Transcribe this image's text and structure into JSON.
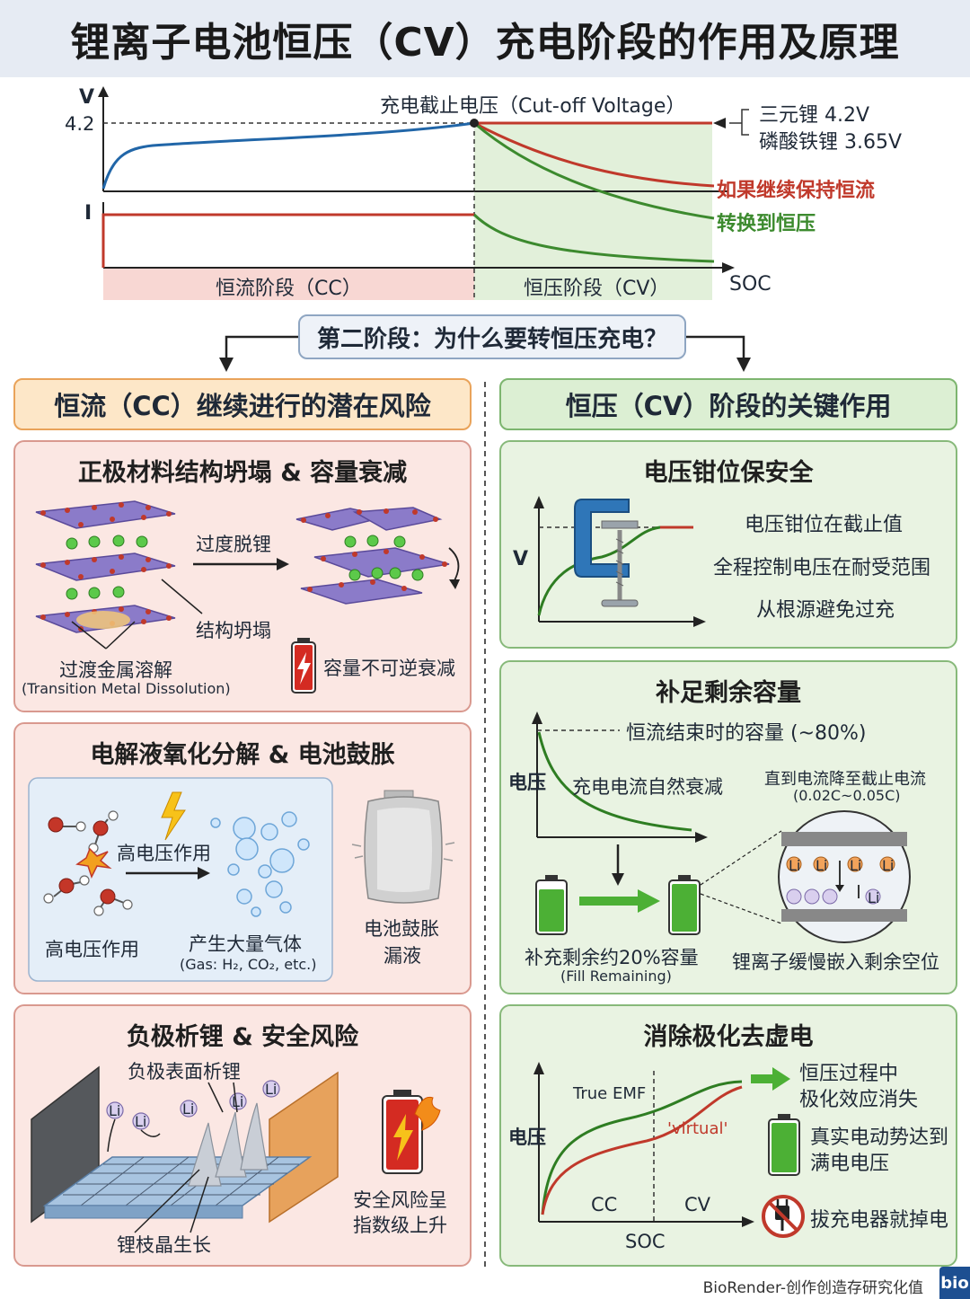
{
  "title": "锂离子电池恒压（CV）充电阶段的作用及原理",
  "top_chart": {
    "y_label_v": "V",
    "tick_42": "4.2",
    "y_label_i": "I",
    "cutoff_label": "充电截止电压（Cut-off Voltage）",
    "ncm": "三元锂 4.2V",
    "lfp": "磷酸铁锂 3.65V",
    "keep_cc": "如果继续保持恒流",
    "switch_cv": "转换到恒压",
    "cc_stage": "恒流阶段（CC）",
    "cv_stage": "恒压阶段（CV）",
    "soc": "SOC"
  },
  "question": "第二阶段：为什么要转恒压充电？",
  "left_header": "恒流（CC）继续进行的潜在风险",
  "right_header": "恒压（CV）阶段的关键作用",
  "left": {
    "p1": {
      "title": "正极材料结构坍塌 & 容量衰减",
      "over_delith": "过度脱锂",
      "collapse": "结构坍塌",
      "tm_diss": "过渡金属溶解",
      "tm_diss_en": "(Transition Metal Dissolution)",
      "cap_loss": "容量不可逆衰减"
    },
    "p2": {
      "title": "电解液氧化分解 & 电池鼓胀",
      "high_v_arrow": "高电压作用",
      "high_v_label": "高电压作用",
      "gas": "产生大量气体",
      "gas_en": "(Gas: H₂, CO₂, etc.)",
      "swell1": "电池鼓胀",
      "swell2": "漏液"
    },
    "p3": {
      "title": "负极析锂 & 安全风险",
      "plating": "负极表面析锂",
      "dendrite": "锂枝晶生长",
      "risk1": "安全风险呈",
      "risk2": "指数级上升",
      "li": "Li"
    }
  },
  "right": {
    "p1": {
      "title": "电压钳位保安全",
      "axis_v": "V",
      "l1": "电压钳位在截止值",
      "l2": "全程控制电压在耐受范围",
      "l3": "从根源避免过充"
    },
    "p2": {
      "title": "补足剩余容量",
      "axis": "电压",
      "cc_cap": "恒流结束时的容量 (~80%)",
      "decay": "充电电流自然衰减",
      "until1": "直到电流降至截止电流",
      "until2": "(0.02C~0.05C)",
      "fill": "补充剩余约20%容量",
      "fill_en": "(Fill Remaining)",
      "insert": "锂离子缓慢嵌入剩余空位",
      "li": "Li"
    },
    "p3": {
      "title": "消除极化去虚电",
      "axis": "电压",
      "emf": "True EMF",
      "virtual": "'virtual'",
      "cc": "CC",
      "cv": "CV",
      "soc": "SOC",
      "pol1": "恒压过程中",
      "pol2": "极化效应消失",
      "emf1": "真实电动势达到",
      "emf2": "满电电压",
      "unplug": "拔充电器就掉电"
    }
  },
  "footer": "BioRender-创作创造存研究化值",
  "logo": "bio",
  "colors": {
    "red": "#c0392b",
    "green": "#3c8a2e",
    "blue": "#2166a8"
  }
}
